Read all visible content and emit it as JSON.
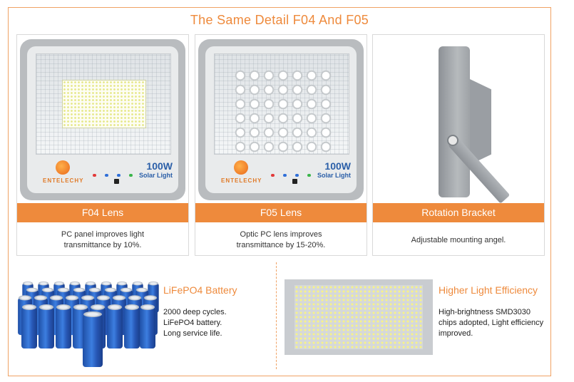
{
  "header": {
    "title": "The Same Detail F04 And F05"
  },
  "cards": [
    {
      "label": "F04 Lens",
      "description": "PC panel improves light transmittance by 10%.",
      "badge_watt": "100W",
      "badge_sub": "Solar Light",
      "logo_text": "ENTELECHY"
    },
    {
      "label": "F05 Lens",
      "description": "Optic PC lens improves transmittance by 15-20%.",
      "badge_watt": "100W",
      "badge_sub": "Solar Light",
      "logo_text": "ENTELECHY"
    },
    {
      "label": "Rotation Bracket",
      "description": "Adjustable mounting angel."
    }
  ],
  "battery": {
    "title": "LiFePO4 Battery",
    "text": "2000 deep cycles.\nLiFePO4 battery.\nLong service life."
  },
  "efficiency": {
    "title": "Higher Light Efficiency",
    "text": "High-brightness SMD3030 chips adopted, Light efficiency improved."
  },
  "colors": {
    "accent": "#ee8a3c",
    "battery_blue": "#2c5fb8",
    "indicator_red": "#e23a3a",
    "indicator_blue": "#2f6fd8",
    "indicator_green": "#3ab54a"
  }
}
